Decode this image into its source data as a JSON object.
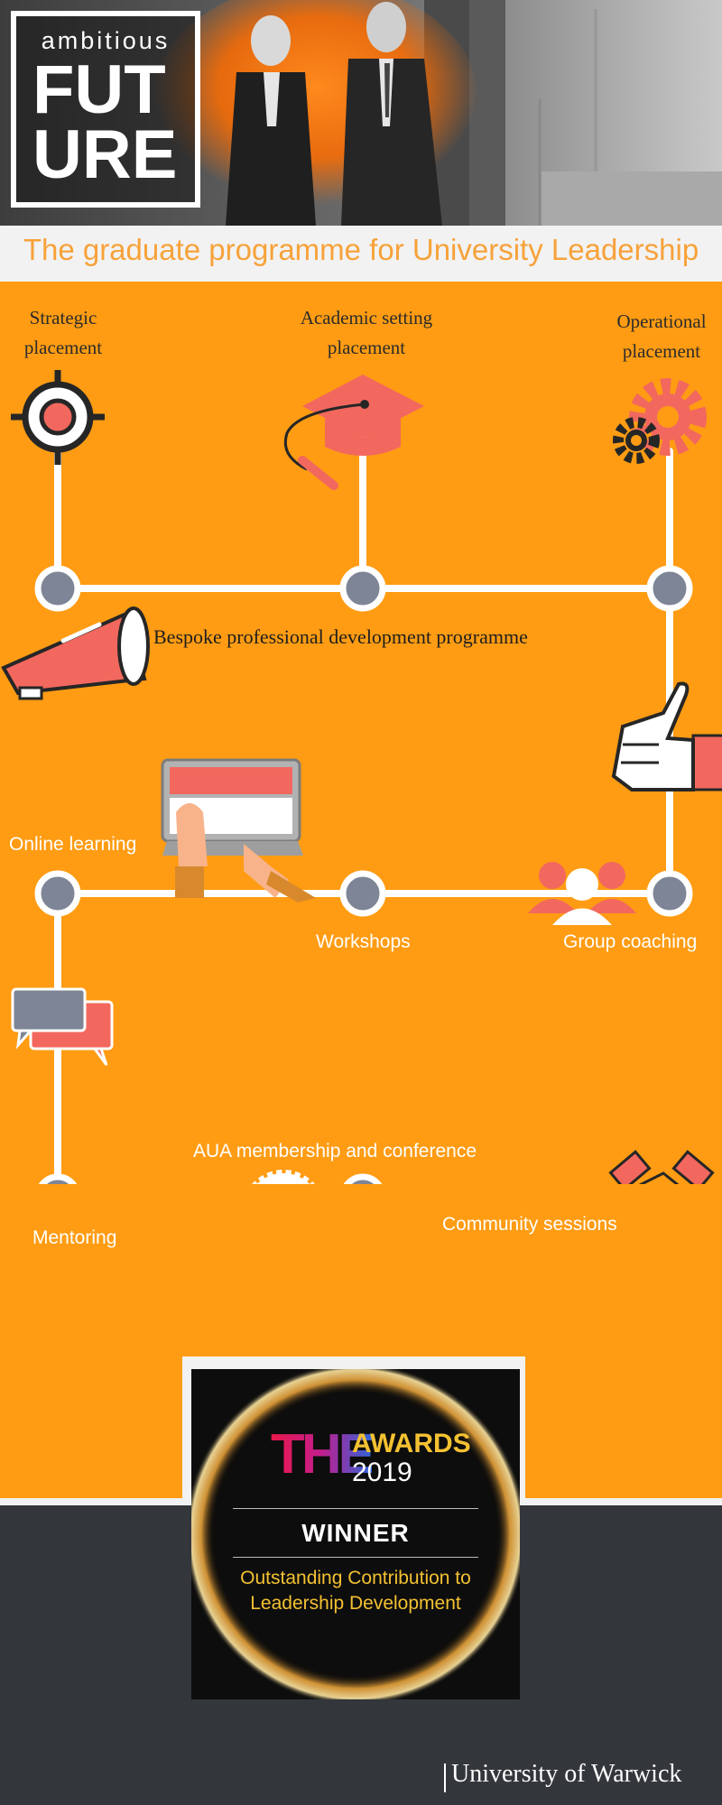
{
  "hero": {
    "logo_small": "ambitious",
    "logo_big_line1": "FUT",
    "logo_big_line2": "URE"
  },
  "banner": {
    "title": "The graduate programme for University Leadership"
  },
  "path": {
    "strategic": "Strategic placement",
    "academic": "Academic setting placement",
    "operational": "Operational placement",
    "bespoke": "Bespoke professional development programme",
    "online": "Online learning",
    "workshops": "Workshops",
    "group": "Group coaching",
    "aua": "AUA membership and conference",
    "mentoring": "Mentoring",
    "community": "Community sessions"
  },
  "award": {
    "the": "THE",
    "awards": "AWARDS",
    "year": "2019",
    "winner": "WINNER",
    "category_line1": "Outstanding Contribution to",
    "category_line2": "Leadership Development"
  },
  "footer": {
    "university": "University of Warwick"
  },
  "colors": {
    "orange": "#ff9c13",
    "coral": "#f2685e",
    "grey": "#7d8596",
    "dark": "#33363b"
  }
}
